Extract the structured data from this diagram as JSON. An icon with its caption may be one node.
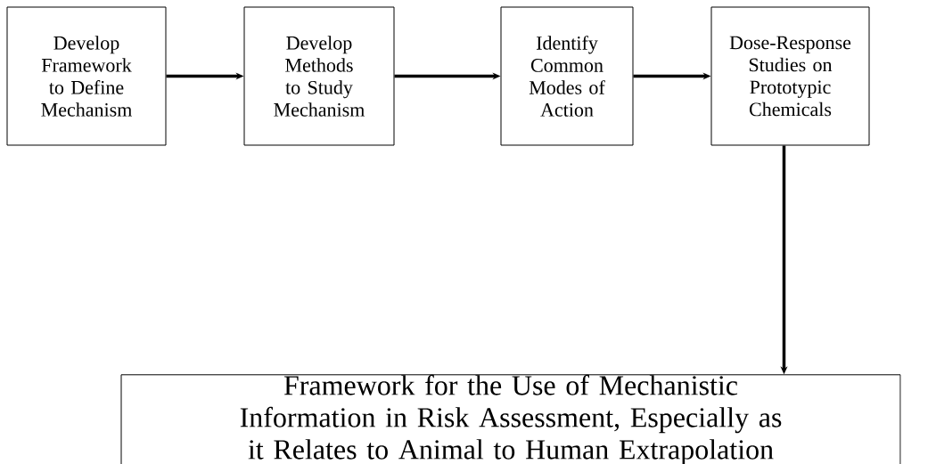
{
  "diagram": {
    "nodes": [
      {
        "text": [
          "Develop Framework to Define Mechanism"
        ]
      },
      {
        "text": [
          "Develop Methods to Study Mechanism"
        ]
      },
      {
        "text": [
          "Identify Common Modes of Action"
        ]
      },
      {
        "text": [
          "Dose-Response Studies on Prototypic Chemicals"
        ]
      },
      {
        "text": [
          "Framework for the Use of Mechanistic Information in Risk Assessment, Especially as it Relates to Animal to Human Extrapolation"
        ]
      }
    ],
    "edges": [
      {
        "from": 0,
        "to": 1,
        "arrow": "to"
      },
      {
        "from": 1,
        "to": 2,
        "arrow": "to"
      },
      {
        "from": 2,
        "to": 3,
        "arrow": "to"
      },
      {
        "from": 3,
        "to": 4,
        "arrow": "to"
      }
    ]
  }
}
